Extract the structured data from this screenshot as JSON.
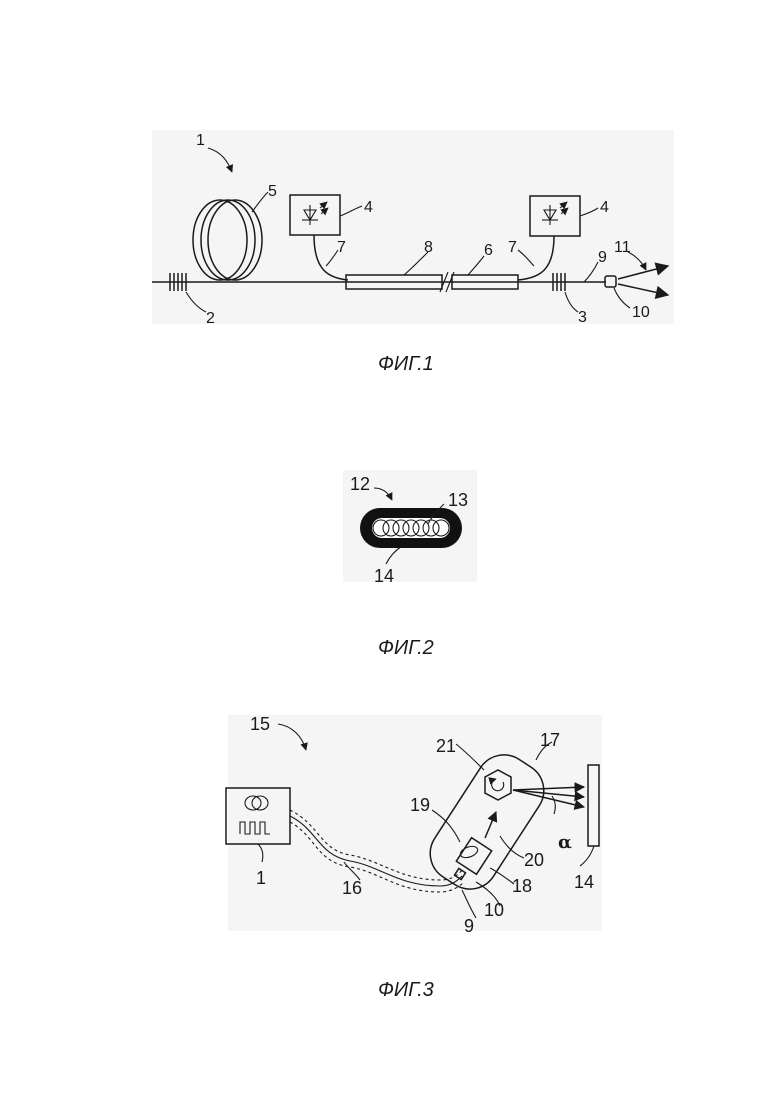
{
  "figures": [
    {
      "caption": "ФИГ.1",
      "labels": [
        "1",
        "2",
        "3",
        "4",
        "4",
        "5",
        "6",
        "7",
        "7",
        "8",
        "9",
        "10",
        "11"
      ]
    },
    {
      "caption": "ФИГ.2",
      "labels": [
        "12",
        "13",
        "14"
      ]
    },
    {
      "caption": "ФИГ.3",
      "labels": [
        "15",
        "1",
        "16",
        "9",
        "10",
        "18",
        "19",
        "20",
        "21",
        "17",
        "14"
      ],
      "angle_symbol": "α"
    }
  ]
}
